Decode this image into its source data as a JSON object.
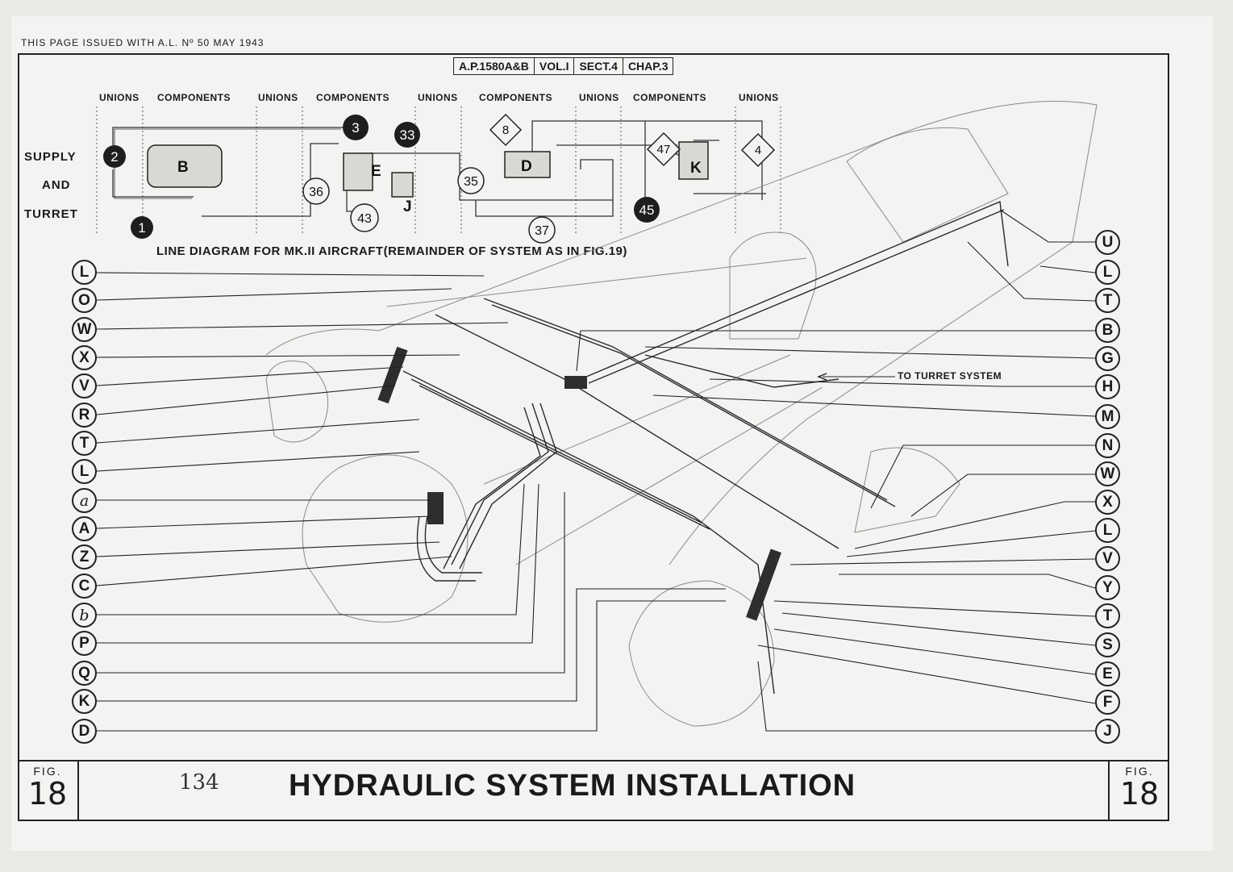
{
  "issued": "THIS PAGE ISSUED WITH A.L. Nº 50 MAY 1943",
  "reference": [
    "A.P.1580A&B",
    "VOL.I",
    "SECT.4",
    "CHAP.3"
  ],
  "column_headers": [
    "UNIONS",
    "COMPONENTS",
    "UNIONS",
    "COMPONENTS",
    "UNIONS",
    "COMPONENTS",
    "UNIONS",
    "COMPONENTS",
    "UNIONS"
  ],
  "side_labels": [
    "SUPPLY",
    "AND",
    "TURRET"
  ],
  "diagram_title": "LINE DIAGRAM FOR MK.II AIRCRAFT(REMAINDER OF SYSTEM AS IN FIG.19)",
  "components": [
    "B",
    "E",
    "J",
    "D",
    "K"
  ],
  "unions_dark": [
    "2",
    "1",
    "3",
    "33",
    "45"
  ],
  "unions_circle": [
    "36",
    "43",
    "35",
    "37"
  ],
  "unions_diamond": [
    "8",
    "47",
    "4"
  ],
  "turret_label": "TO TURRET SYSTEM",
  "left_labels": [
    "L",
    "O",
    "W",
    "X",
    "V",
    "R",
    "T",
    "L",
    "a",
    "A",
    "Z",
    "C",
    "b",
    "P",
    "Q",
    "K",
    "D"
  ],
  "right_labels": [
    "U",
    "L",
    "T",
    "B",
    "G",
    "H",
    "M",
    "N",
    "W",
    "X",
    "L",
    "V",
    "Y",
    "T",
    "S",
    "E",
    "F",
    "J"
  ],
  "fig_label": "FIG.",
  "fig_number": "18",
  "page_number": "134",
  "main_title": "HYDRAULIC SYSTEM INSTALLATION"
}
